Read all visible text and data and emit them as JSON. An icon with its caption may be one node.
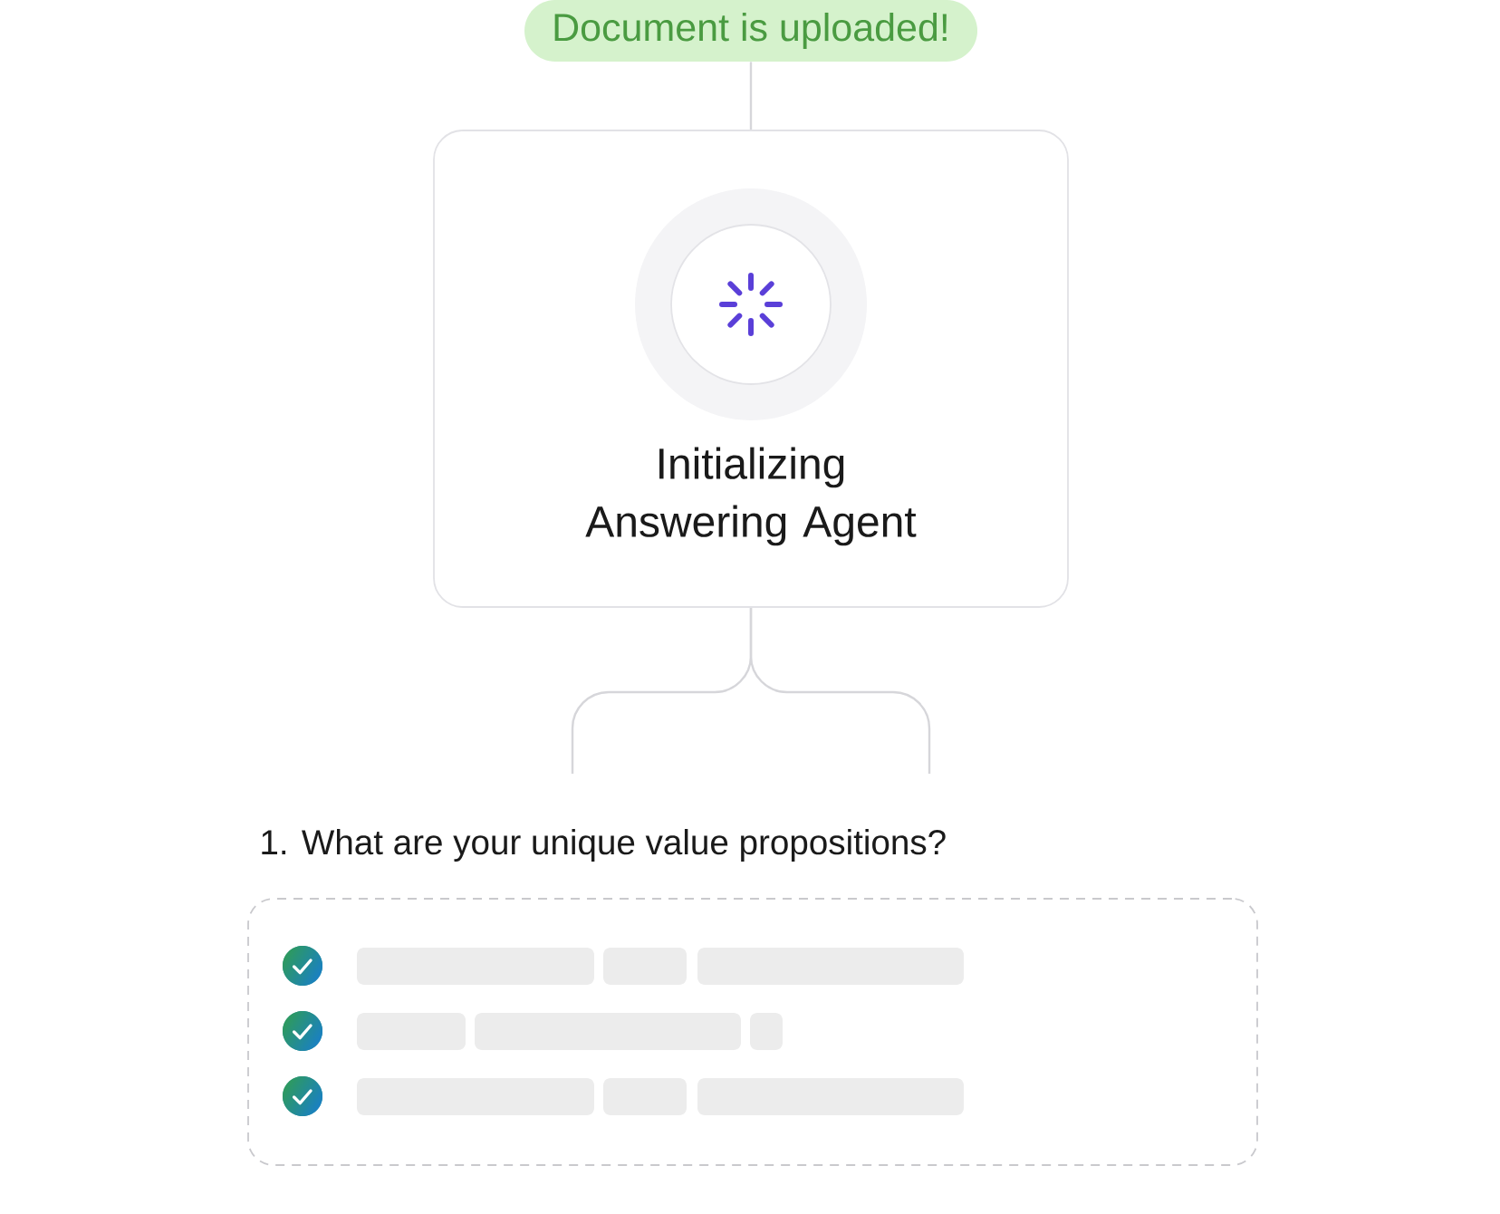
{
  "diagram": {
    "nodes": [
      {
        "text": [
          "Document is uploaded!"
        ]
      },
      {
        "text": [
          "Initializing Answering Agent"
        ]
      },
      {
        "text": [],
        "shape": "box"
      }
    ],
    "edges": [
      {
        "from": 0,
        "to": 1,
        "arrow": "none"
      },
      {
        "from": 1,
        "to": null,
        "arrow": "none"
      },
      {
        "from": 1,
        "to": null,
        "arrow": "none"
      }
    ],
    "labels": [
      "1. What are your unique value propositions?"
    ]
  }
}
